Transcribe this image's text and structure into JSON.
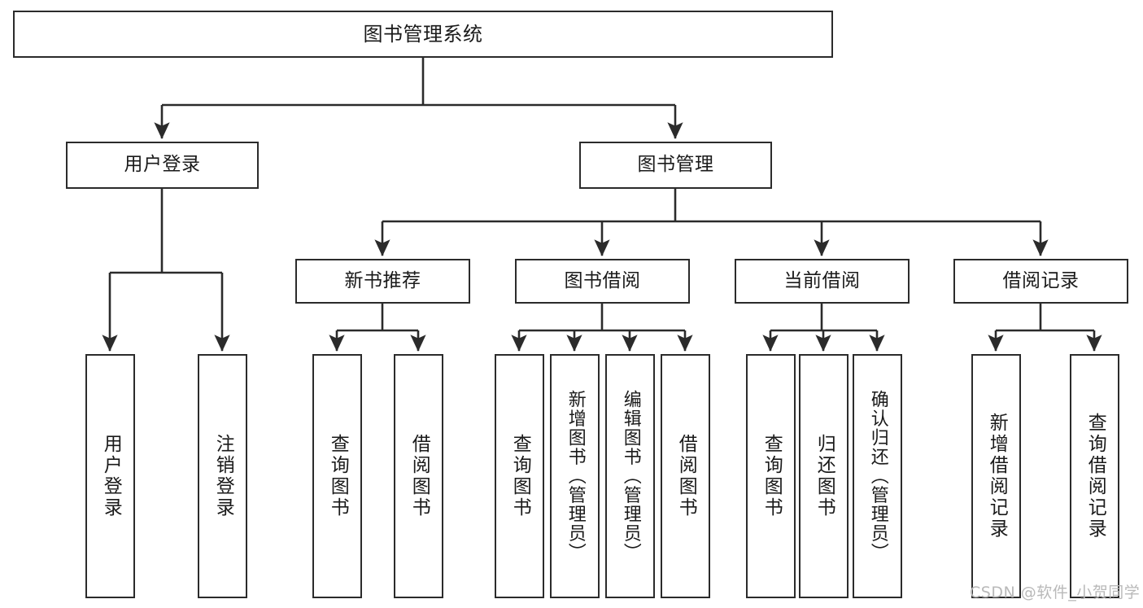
{
  "diagram": {
    "title": "图书管理系统",
    "root": {
      "id": "root",
      "label": "图书管理系统"
    },
    "level1": [
      {
        "id": "user-login",
        "label": "用户登录"
      },
      {
        "id": "book-manage",
        "label": "图书管理"
      }
    ],
    "level2": [
      {
        "id": "new-book-recommend",
        "label": "新书推荐",
        "parent": "book-manage"
      },
      {
        "id": "book-borrow",
        "label": "图书借阅",
        "parent": "book-manage"
      },
      {
        "id": "current-borrow",
        "label": "当前借阅",
        "parent": "book-manage"
      },
      {
        "id": "borrow-record",
        "label": "借阅记录",
        "parent": "book-manage"
      }
    ],
    "leaves": [
      {
        "id": "leaf-user-login",
        "label": "用户登录",
        "parent": "user-login"
      },
      {
        "id": "leaf-logout",
        "label": "注销登录",
        "parent": "user-login"
      },
      {
        "id": "leaf-query-book-1",
        "label": "查询图书",
        "parent": "new-book-recommend"
      },
      {
        "id": "leaf-borrow-book-1",
        "label": "借阅图书",
        "parent": "new-book-recommend"
      },
      {
        "id": "leaf-query-book-2",
        "label": "查询图书",
        "parent": "book-borrow"
      },
      {
        "id": "leaf-add-book",
        "label": "新增图书（管理员）",
        "parent": "book-borrow"
      },
      {
        "id": "leaf-edit-book",
        "label": "编辑图书（管理员）",
        "parent": "book-borrow"
      },
      {
        "id": "leaf-borrow-book-2",
        "label": "借阅图书",
        "parent": "book-borrow"
      },
      {
        "id": "leaf-query-book-3",
        "label": "查询图书",
        "parent": "current-borrow"
      },
      {
        "id": "leaf-return-book",
        "label": "归还图书",
        "parent": "current-borrow"
      },
      {
        "id": "leaf-confirm-return",
        "label": "确认归还（管理员）",
        "parent": "current-borrow"
      },
      {
        "id": "leaf-add-record",
        "label": "新增借阅记录",
        "parent": "borrow-record"
      },
      {
        "id": "leaf-query-record",
        "label": "查询借阅记录",
        "parent": "borrow-record"
      }
    ],
    "watermark": "CSDN @软件_小贺同学",
    "colors": {
      "stroke": "#2b2b2b",
      "fill": "#ffffff",
      "text": "#1a1a1a",
      "watermark": "#b9b9b9"
    }
  }
}
